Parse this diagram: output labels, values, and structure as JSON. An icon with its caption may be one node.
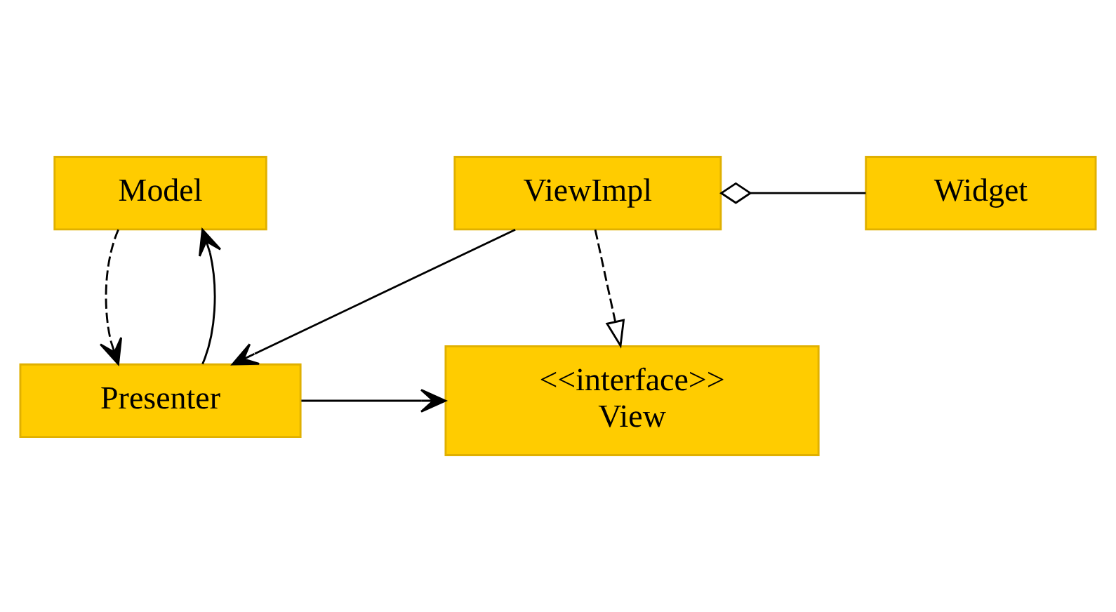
{
  "diagram": {
    "nodes": [
      {
        "text": [
          "Model"
        ]
      },
      {
        "text": [
          "Presenter"
        ]
      },
      {
        "text": [
          "<<interface>>",
          "View"
        ]
      },
      {
        "text": [
          "ViewImpl"
        ]
      },
      {
        "text": [
          "Widget"
        ]
      }
    ],
    "edges": [
      {
        "from": 1,
        "to": 0,
        "arrow": "to"
      },
      {
        "from": 0,
        "to": 1,
        "arrow": "to",
        "style": "dashed"
      },
      {
        "from": 1,
        "to": 2,
        "arrow": "to"
      },
      {
        "from": 3,
        "to": 2,
        "arrow": "to",
        "style": "dashed"
      },
      {
        "from": 3,
        "to": 1,
        "arrow": "to"
      },
      {
        "from": 3,
        "to": 4,
        "arrow": "other"
      }
    ]
  }
}
